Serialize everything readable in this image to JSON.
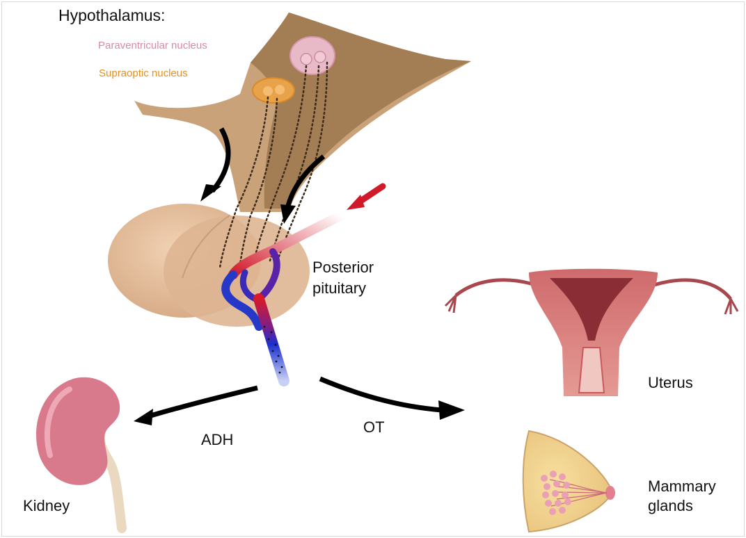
{
  "title": "Hypothalamus:",
  "nuclei": {
    "paraventricular": "Paraventricular nucleus",
    "supraoptic": "Supraoptic nucleus"
  },
  "pituitary": {
    "line1": "Posterior",
    "line2": "pituitary"
  },
  "hormones": {
    "adh": "ADH",
    "ot": "OT"
  },
  "organs": {
    "kidney": "Kidney",
    "uterus": "Uterus",
    "mammary_line1": "Mammary",
    "mammary_line2": "glands"
  },
  "colors": {
    "paraventricular_text": "#d98aa0",
    "supraoptic_text": "#e3901e",
    "hypothalamus_fill": "#c9a27a",
    "tract_fill": "#a37e55",
    "artery": "#d01a2a",
    "vein": "#1a2fd0",
    "uterus": "#c8585e",
    "kidney": "#d56b7d"
  }
}
